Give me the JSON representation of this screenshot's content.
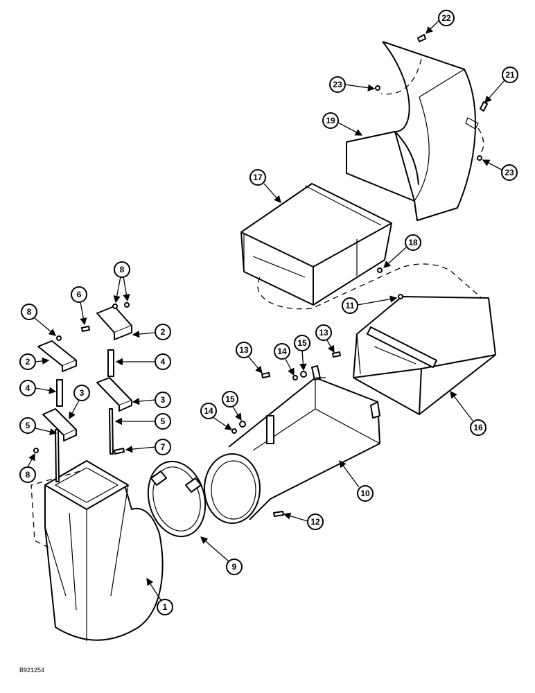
{
  "figure_id": "B921254",
  "callouts": [
    "1",
    "2",
    "2",
    "3",
    "3",
    "4",
    "4",
    "5",
    "5",
    "6",
    "7",
    "8",
    "8",
    "8",
    "9",
    "10",
    "11",
    "12",
    "13",
    "13",
    "14",
    "14",
    "15",
    "15",
    "16",
    "17",
    "18",
    "19",
    "21",
    "22",
    "23",
    "23"
  ]
}
